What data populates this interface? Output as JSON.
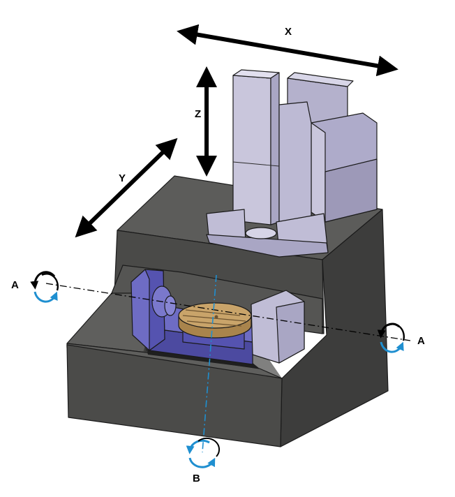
{
  "axes": {
    "x": {
      "label": "X"
    },
    "y": {
      "label": "Y"
    },
    "z": {
      "label": "Z"
    },
    "a_left": {
      "label": "A"
    },
    "a_right": {
      "label": "A"
    },
    "b": {
      "label": "B"
    }
  },
  "colors": {
    "frame_top": "#5c5c5a",
    "frame_front": "#4a4a48",
    "frame_side": "#3d3d3c",
    "spindle_light": "#c9c6dc",
    "spindle_mid": "#b4b1cc",
    "spindle_dark": "#9d99b8",
    "trunnion": "#6e6cc4",
    "trunnion_dark": "#4c4aa0",
    "table_top": "#c9a46a",
    "table_side": "#a9844c",
    "axis_b_color": "#1f8fd0",
    "axis_a_color": "#000000",
    "rotation_icon_color": "#1f8fd0"
  }
}
